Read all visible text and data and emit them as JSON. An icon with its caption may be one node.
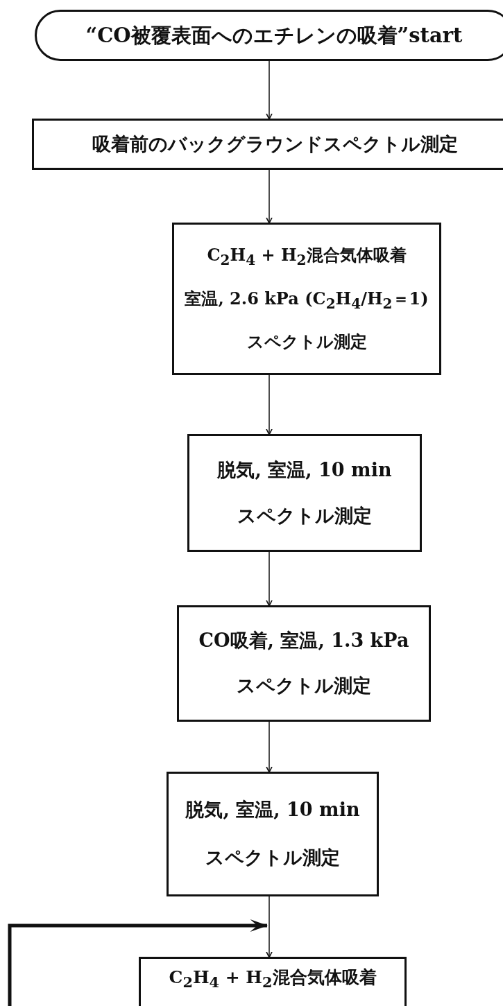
{
  "diagram": {
    "nodes": [
      {
        "text": [
          "“CO被覆表面へのエチレンの吸着”start"
        ]
      },
      {
        "text": [
          "吸着前のバックグラウンドスペクトル測定"
        ]
      },
      {
        "text": [
          "C$_{2}$H$_{4}$ + H$_{2}$混合気体吸着",
          "室温, 2.6 kPa (C$_{2}$H$_{4}$/H$_{2}$＝1)",
          "スペクトル測定"
        ]
      },
      {
        "text": [
          "脱気, 室温, 10 min",
          "スペクトル測定"
        ]
      },
      {
        "text": [
          "CO吸着, 室温, 1.3 kPa",
          "スペクトル測定"
        ]
      },
      {
        "text": [
          "脱気, 室温, 10 min",
          "スペクトル測定"
        ]
      },
      {
        "text": [
          "C$_{2}$H$_{4}$ + H$_{2}$混合気体吸着"
        ]
      }
    ],
    "edges": [
      {
        "from": 0,
        "to": 1,
        "arrow": "to"
      },
      {
        "from": 1,
        "to": 2,
        "arrow": "to"
      },
      {
        "from": 2,
        "to": 3,
        "arrow": "to"
      },
      {
        "from": 3,
        "to": 4,
        "arrow": "to"
      },
      {
        "from": 4,
        "to": 5,
        "arrow": "to"
      },
      {
        "from": 5,
        "to": 6,
        "arrow": "to"
      },
      {
        "from": null,
        "to": 6,
        "arrow": "to",
        "style": "thick"
      }
    ]
  }
}
